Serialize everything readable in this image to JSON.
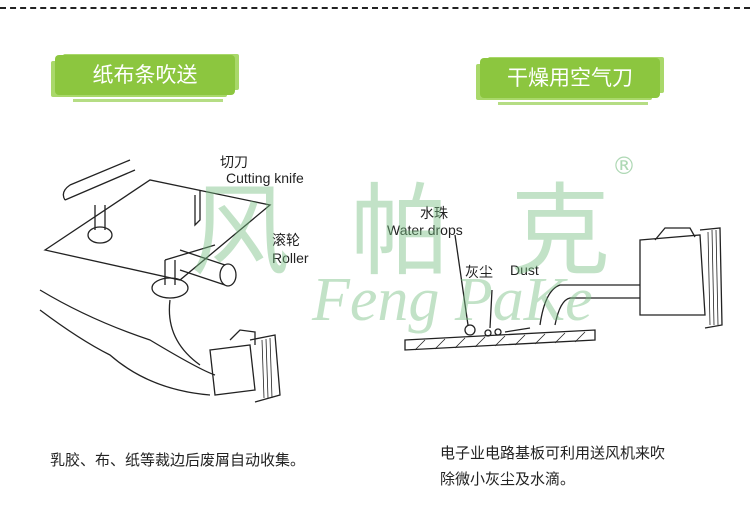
{
  "left_panel": {
    "title": "纸布条吹送",
    "labels": {
      "knife_cn": "切刀",
      "knife_en": "Cutting knife",
      "roller_cn": "滚轮",
      "roller_en": "Roller"
    },
    "caption": "乳胶、布、纸等裁边后废屑自动收集。"
  },
  "right_panel": {
    "title": "干燥用空气刀",
    "labels": {
      "water_cn": "水珠",
      "water_en": "Water drops",
      "dust_cn": "灰尘",
      "dust_en": "Dust"
    },
    "caption_line1": "电子业电路基板可利用送风机来吹",
    "caption_line2": "除微小灰尘及水滴。"
  },
  "watermark": {
    "cn": "风帕克",
    "en": "Feng PaKe",
    "registered": "®"
  },
  "colors": {
    "badge": "#8cc63f",
    "watermark": "#78be82"
  }
}
